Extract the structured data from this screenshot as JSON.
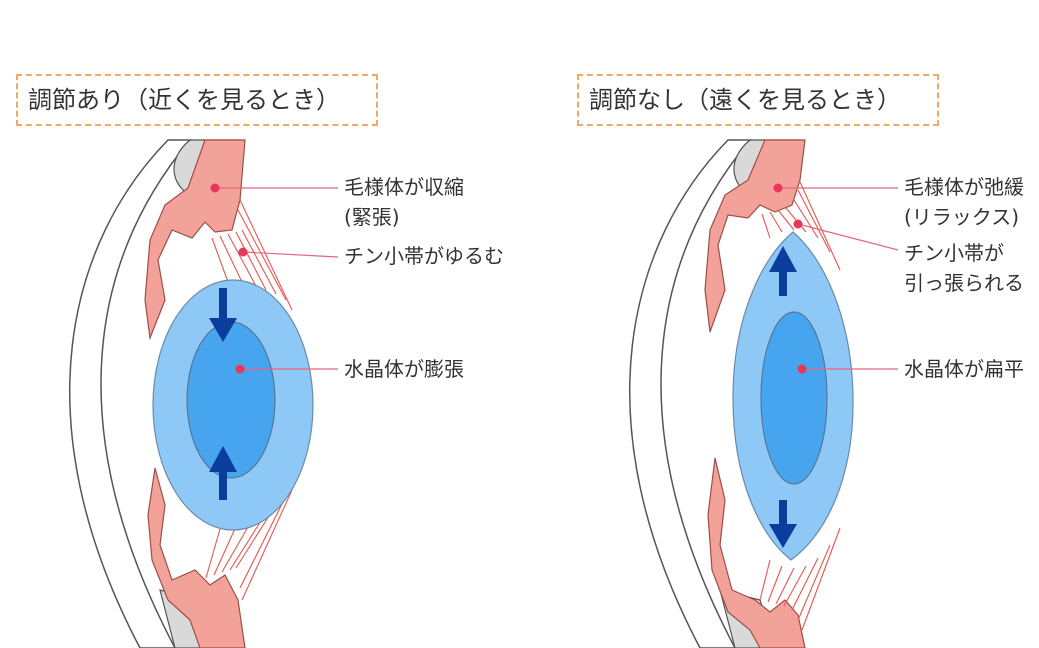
{
  "panels": [
    {
      "title": "調節あり（近くを見るとき）",
      "callouts": {
        "ciliary": [
          "毛様体が収縮",
          "(緊張)"
        ],
        "zonule": [
          "チン小帯がゆるむ"
        ],
        "lens": [
          "水晶体が膨張"
        ]
      }
    },
    {
      "title": "調節なし（遠くを見るとき）",
      "callouts": {
        "ciliary": [
          "毛様体が弛緩",
          "(リラックス)"
        ],
        "zonule": [
          "チン小帯が",
          "引っ張られる"
        ],
        "lens": [
          "水晶体が扁平"
        ]
      }
    }
  ],
  "colors": {
    "title_border": "#f0a868",
    "cornea_fill": "#d9d9d9",
    "ciliary_fill": "#f3a29a",
    "zonule_line": "#e8564e",
    "lens_outer": "#8ec8f7",
    "lens_inner": "#46a5ee",
    "arrow": "#0a3d9c",
    "leader_line": "#e8647a"
  }
}
